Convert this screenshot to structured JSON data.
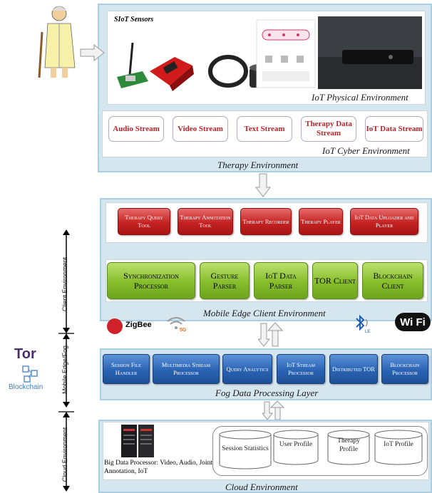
{
  "therapy": {
    "sensors_title": "SIoT Sensors",
    "physical_label": "IoT Physical Environment",
    "cyber_label": "IoT Cyber Environment",
    "env_label": "Therapy Environment",
    "streams": [
      "Audio Stream",
      "Video Stream",
      "Text Stream",
      "Therapy Data Stream",
      "IoT Data Stream"
    ]
  },
  "edge": {
    "tools": [
      "Therapy Query Tool",
      "Therapy Annotation Tool",
      "Therapy Recorder",
      "Therapy Player",
      "IoT Data Uploader and Player"
    ],
    "components": [
      "Synchronization Processor",
      "Gesture Parser",
      "IoT Data Parser",
      "TOR Client",
      "Blockchain Client"
    ],
    "label": "Mobile Edge Client Environment",
    "zigbee": "ZigBee",
    "five_g": "5G",
    "ble": "LE",
    "wifi": "Wi Fi"
  },
  "fog": {
    "processors": [
      "Session File Handler",
      "Multimedia Stream Processor",
      "Query Analytics",
      "IoT Stream Processor",
      "Distributed TOR",
      "Blockchain Processor"
    ],
    "label": "Fog Data Processing Layer",
    "tor_logo": "Tor",
    "blockchain_logo": "Blockchain"
  },
  "cloud": {
    "big_data": "Big Data Processor: Video, Audio, Joint, Annotation, IoT",
    "databases": [
      "Session Statistics",
      "User Profile",
      "Therapy Profile",
      "IoT Profile"
    ],
    "label": "Cloud Environment"
  },
  "side_labels": [
    "Client Environment",
    "Mobile Edge/Fog",
    "Cloud Environment"
  ]
}
